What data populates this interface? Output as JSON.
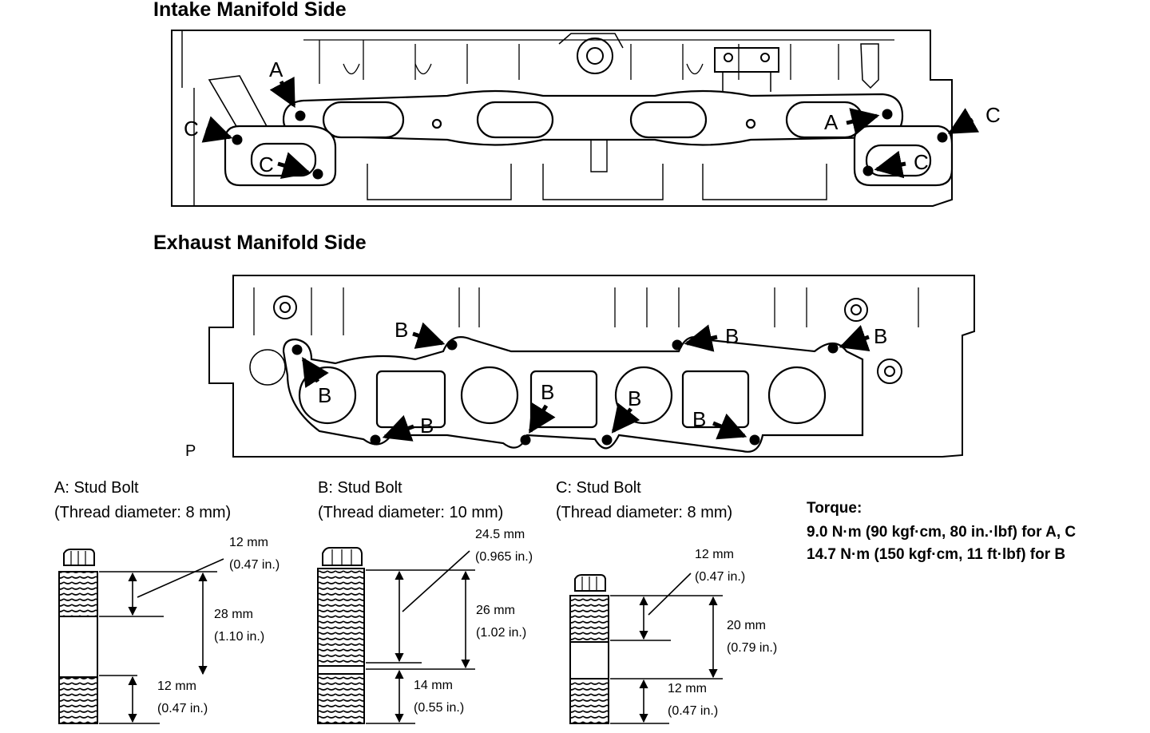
{
  "headings": {
    "intake": "Intake Manifold Side",
    "exhaust": "Exhaust Manifold Side"
  },
  "callouts": {
    "a": "A",
    "b": "B",
    "c": "C",
    "p": "P"
  },
  "studs": {
    "a": {
      "title": "A: Stud Bolt",
      "spec": "(Thread diameter: 8 mm)",
      "top_mm": "12 mm",
      "top_in": "(0.47 in.)",
      "total_mm": "28 mm",
      "total_in": "(1.10 in.)",
      "bottom_mm": "12 mm",
      "bottom_in": "(0.47 in.)"
    },
    "b": {
      "title": "B: Stud Bolt",
      "spec": "(Thread diameter: 10 mm)",
      "top_mm": "24.5 mm",
      "top_in": "(0.965 in.)",
      "total_mm": "26 mm",
      "total_in": "(1.02 in.)",
      "bottom_mm": "14 mm",
      "bottom_in": "(0.55 in.)"
    },
    "c": {
      "title": "C: Stud Bolt",
      "spec": "(Thread diameter: 8 mm)",
      "top_mm": "12 mm",
      "top_in": "(0.47 in.)",
      "total_mm": "20 mm",
      "total_in": "(0.79 in.)",
      "bottom_mm": "12 mm",
      "bottom_in": "(0.47 in.)"
    }
  },
  "torque": {
    "label": "Torque:",
    "line1": "9.0 N·m (90 kgf·cm, 80 in.·lbf) for A, C",
    "line2": "14.7 N·m (150 kgf·cm, 11 ft·lbf) for B"
  }
}
